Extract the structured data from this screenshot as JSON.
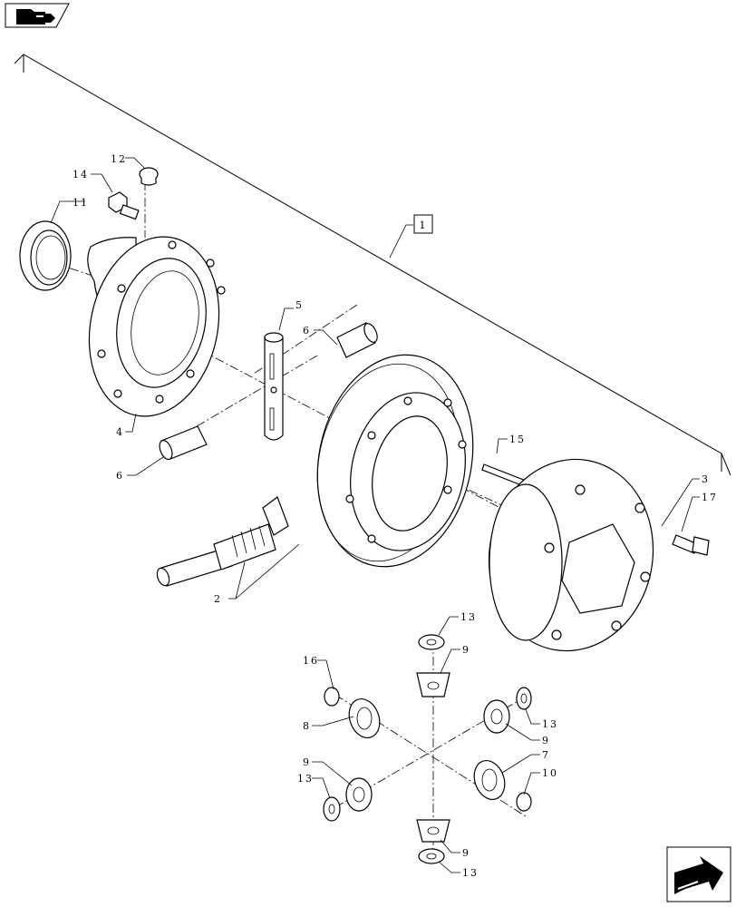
{
  "nav": {
    "top_icon": "folder-arrow-icon",
    "bottom_icon": "next-page-arrow-icon"
  },
  "diagram": {
    "assembly_ref": "1",
    "callouts": {
      "c1": "1",
      "c2": "2",
      "c3": "3",
      "c4": "4",
      "c5": "5",
      "c6a": "6",
      "c6b": "6",
      "c7": "7",
      "c8": "8",
      "c9a": "9",
      "c9b": "9",
      "c9c": "9",
      "c9d": "9",
      "c10": "10",
      "c11": "11",
      "c12": "12",
      "c13a": "13",
      "c13b": "13",
      "c13c": "13",
      "c13d": "13",
      "c14": "14",
      "c15": "15",
      "c16": "16",
      "c17": "17"
    }
  }
}
